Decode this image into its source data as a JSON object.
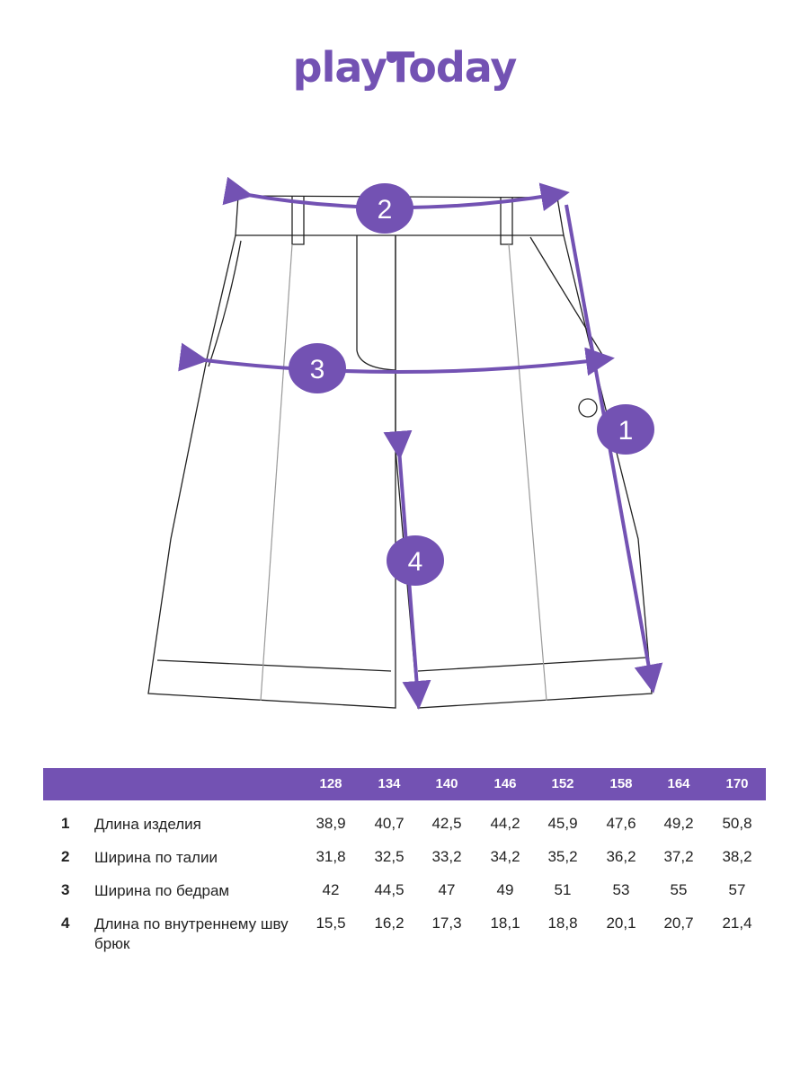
{
  "brand": {
    "logo_text": "playToday"
  },
  "diagram": {
    "badges": [
      "1",
      "2",
      "3",
      "4"
    ]
  },
  "size_table": {
    "headers": [
      "128",
      "134",
      "140",
      "146",
      "152",
      "158",
      "164",
      "170"
    ],
    "rows": [
      {
        "num": "1",
        "label": "Длина изделия",
        "values": [
          "38,9",
          "40,7",
          "42,5",
          "44,2",
          "45,9",
          "47,6",
          "49,2",
          "50,8"
        ]
      },
      {
        "num": "2",
        "label": "Ширина по талии",
        "values": [
          "31,8",
          "32,5",
          "33,2",
          "34,2",
          "35,2",
          "36,2",
          "37,2",
          "38,2"
        ]
      },
      {
        "num": "3",
        "label": "Ширина по бедрам",
        "values": [
          "42",
          "44,5",
          "47",
          "49",
          "51",
          "53",
          "55",
          "57"
        ]
      },
      {
        "num": "4",
        "label": "Длина по внутреннему шву брюк",
        "values": [
          "15,5",
          "16,2",
          "17,3",
          "18,1",
          "18,8",
          "20,1",
          "20,7",
          "21,4"
        ]
      }
    ]
  },
  "colors": {
    "accent": "#7352b3",
    "line": "#222222",
    "seam": "#999999"
  }
}
